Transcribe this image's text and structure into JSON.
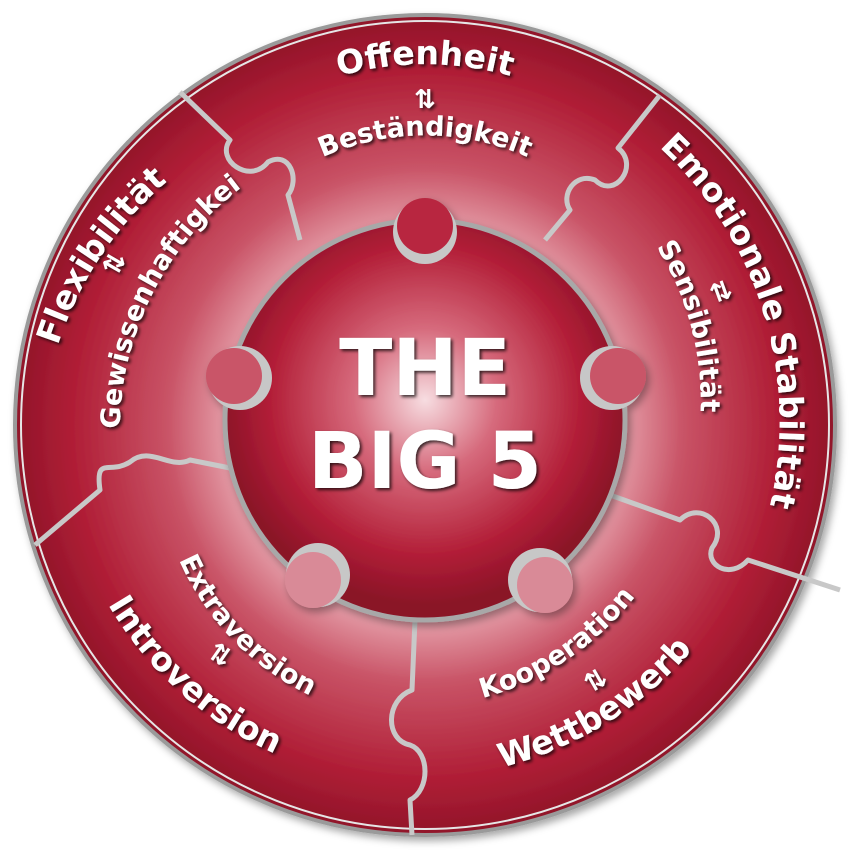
{
  "center": {
    "line1": "THE",
    "line2": "BIG 5"
  },
  "segments": [
    {
      "id": "openness",
      "outer": "Offenheit",
      "inner": "Beständigkeit",
      "arrow": "⇅"
    },
    {
      "id": "emotional",
      "outer": "Emotionale Stabilität",
      "inner": "Sensibilität",
      "arrow": "⇅"
    },
    {
      "id": "agreeableness",
      "outer": "Wettbewerb",
      "inner": "Kooperation",
      "arrow": "⇅"
    },
    {
      "id": "extraversion",
      "outer": "Introversion",
      "inner": "Extraversion",
      "arrow": "⇅"
    },
    {
      "id": "conscientiousness",
      "outer": "Flexibilität",
      "inner": "Gewissenhaftigkeit",
      "arrow": "⇅"
    }
  ],
  "colors": {
    "base": "#b01e36",
    "dark": "#7a0f22",
    "light": "#f3c9cf",
    "seam": "#d9d9d9"
  }
}
